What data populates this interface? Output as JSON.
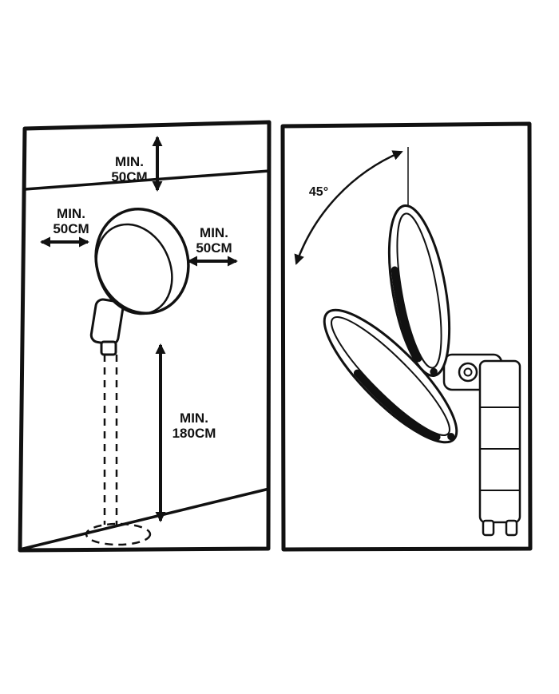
{
  "colors": {
    "ink": "#111111",
    "paper": "#ffffff"
  },
  "left_panel": {
    "top_clearance": {
      "line1": "MIN.",
      "line2": "50CM"
    },
    "left_clearance": {
      "line1": "MIN.",
      "line2": "50CM"
    },
    "right_clearance": {
      "line1": "MIN.",
      "line2": "50CM"
    },
    "floor_clearance": {
      "line1": "MIN.",
      "line2": "180CM"
    }
  },
  "right_panel": {
    "tilt_angle": "45°"
  }
}
